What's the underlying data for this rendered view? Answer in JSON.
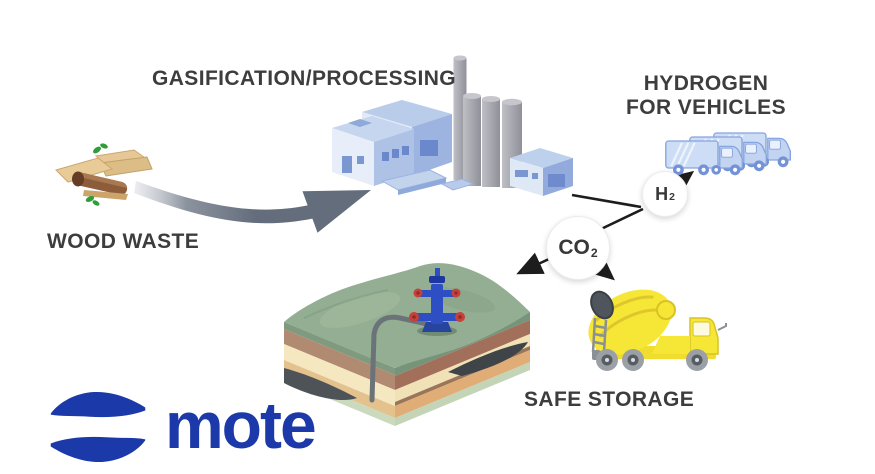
{
  "diagram": {
    "labels": {
      "gasification": "GASIFICATION/PROCESSING",
      "hydrogen_line1": "HYDROGEN",
      "hydrogen_line2": "FOR VEHICLES",
      "wood_waste": "WOOD WASTE",
      "safe_storage": "SAFE STORAGE"
    },
    "molecules": {
      "h2": {
        "symbol": "H",
        "subscript": "2"
      },
      "co2": {
        "symbol": "CO",
        "subscript": "2"
      }
    },
    "logo": {
      "wordmark": "mote",
      "brand_color": "#1b39a8"
    },
    "colors": {
      "background": "#ffffff",
      "label_text": "#3d3d3d",
      "connector_line": "#1d1d1d",
      "flow_arrow_gray": "#667080",
      "factory_blue": "#c9d9f0",
      "tower_gray": "#a8a8b0",
      "truck_blue": "#c9daf4",
      "cement_truck_yellow": "#f6e636",
      "terrain_green": "#93ae92",
      "layer_mauve": "#b08b72",
      "layer_cream": "#f5e7c0",
      "layer_tan": "#e4c28e",
      "reservoir_dark": "#4e5357",
      "wellhead_blue": "#2e4ec4",
      "valve_red": "#c5413a",
      "wood_tan": "#e7c795",
      "wood_brown": "#8d5c3b",
      "leaf_green": "#2f9e38"
    },
    "illustrations": [
      {
        "name": "wood-pile-icon"
      },
      {
        "name": "flow-arrow-icon"
      },
      {
        "name": "gasification-plant-icon"
      },
      {
        "name": "hydrogen-trucks-icon"
      },
      {
        "name": "underground-storage-icon"
      },
      {
        "name": "cement-truck-icon"
      },
      {
        "name": "mote-logo-icon"
      }
    ],
    "connections": [
      {
        "from": "gasification-plant",
        "to": "h2-node"
      },
      {
        "from": "h2-node",
        "to": "co2-node"
      },
      {
        "from": "h2-node",
        "to": "hydrogen-trucks"
      },
      {
        "from": "co2-node",
        "to": "underground-storage"
      },
      {
        "from": "co2-node",
        "to": "cement-truck"
      }
    ]
  }
}
